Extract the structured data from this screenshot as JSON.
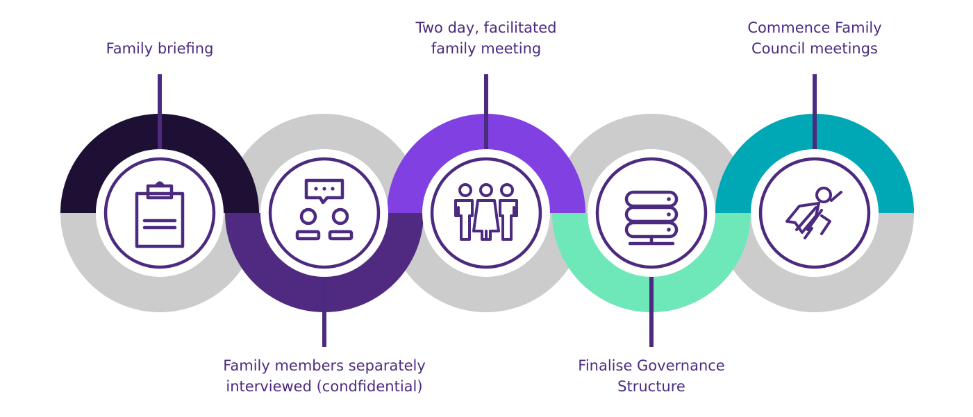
{
  "title": "Family governance process",
  "colors": {
    "ring_grey": "#cccccc",
    "outline_purple": "#4b2a7f",
    "text": "#4b2a7f"
  },
  "steps": [
    {
      "order": 1,
      "label_lines": [
        "Family briefing"
      ],
      "label_position": "top",
      "color": "#1e0f34",
      "colored_half": "top",
      "icon": "clipboard-icon"
    },
    {
      "order": 2,
      "label_lines": [
        "Family members separately",
        "interviewed (condfidential)"
      ],
      "label_position": "bottom",
      "color": "#4f2a80",
      "colored_half": "bottom",
      "icon": "interview-icon"
    },
    {
      "order": 3,
      "label_lines": [
        "Two day, facilitated",
        "family meeting"
      ],
      "label_position": "top",
      "color": "#8040e2",
      "colored_half": "top",
      "icon": "family-group-icon"
    },
    {
      "order": 4,
      "label_lines": [
        "Finalise Governance",
        "Structure"
      ],
      "label_position": "bottom",
      "color": "#6ee8b9",
      "colored_half": "bottom",
      "icon": "server-structure-icon"
    },
    {
      "order": 5,
      "label_lines": [
        "Commence Family",
        "Council meetings"
      ],
      "label_position": "top",
      "color": "#00a7b4",
      "colored_half": "top",
      "icon": "superhero-icon"
    }
  ]
}
